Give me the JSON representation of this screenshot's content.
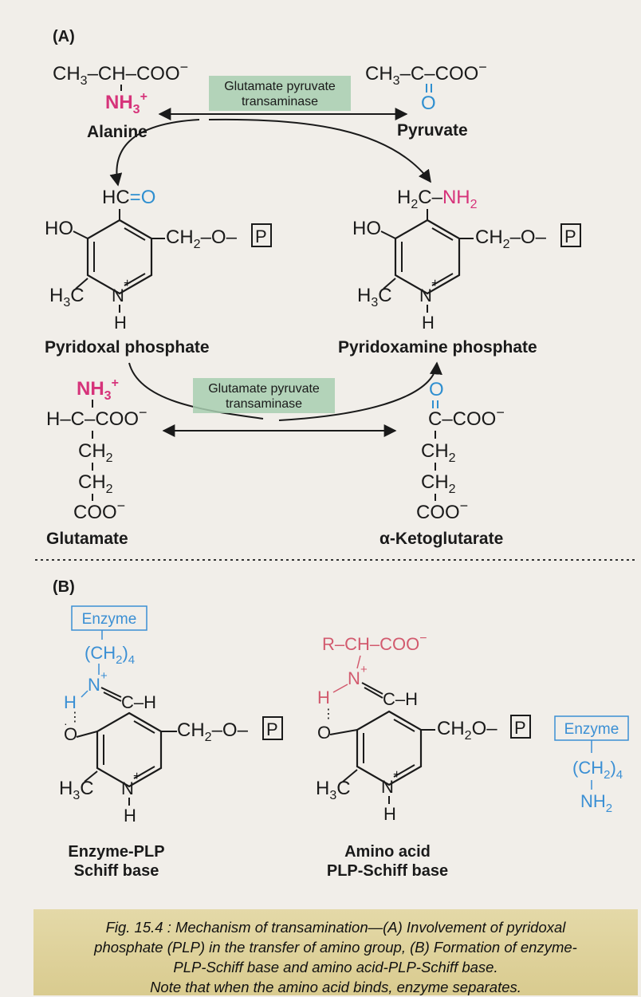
{
  "panel_a": {
    "label": "(A)",
    "alanine": {
      "formula": "CH3–CH–COO–",
      "amino": "NH3+",
      "name": "Alanine"
    },
    "pyruvate": {
      "formula": "CH3–C–COO–",
      "oxo": "O",
      "name": "Pyruvate"
    },
    "enzyme_top": {
      "line1": "Glutamate pyruvate",
      "line2": "transaminase"
    },
    "enzyme_bottom": {
      "line1": "Glutamate pyruvate",
      "line2": "transaminase"
    },
    "pyridoxal_phosphate": {
      "top_group": "HC=O",
      "name": "Pyridoxal phosphate"
    },
    "pyridoxamine_phosphate": {
      "top_group": "H2C–NH2",
      "name": "Pyridoxamine phosphate"
    },
    "glutamate": {
      "amino": "NH3+",
      "name": "Glutamate"
    },
    "ketoglutarate": {
      "oxo": "O",
      "name": "α-Ketoglutarate"
    }
  },
  "panel_b": {
    "label": "(B)",
    "enzyme_plp": {
      "enzyme_label": "Enzyme",
      "linker": "(CH2)4",
      "name_line1": "Enzyme-PLP",
      "name_line2": "Schiff base"
    },
    "amino_acid_plp": {
      "r_group": "R–CH–COO–",
      "enzyme_label": "Enzyme",
      "linker": "(CH2)4",
      "amine": "NH2",
      "name_line1": "Amino acid",
      "name_line2": "PLP-Schiff base"
    }
  },
  "caption": {
    "line1": "Fig. 15.4 : Mechanism of transamination—(A) Involvement of pyridoxal",
    "line2": "phosphate (PLP) in the transfer of amino group, (B) Formation of enzyme-",
    "line3": "PLP-Schiff base and amino acid-PLP-Schiff base.",
    "line4": "Note that when the amino acid binds, enzyme separates."
  },
  "colors": {
    "amino_magenta": "#d6337a",
    "oxo_blue": "#2f8fd0",
    "enzyme_blue": "#3a8fd4",
    "amino_acid_red": "#d25a6e",
    "enzyme_box_green": "#a8ceb0",
    "caption_bg": "#ddd09a"
  }
}
